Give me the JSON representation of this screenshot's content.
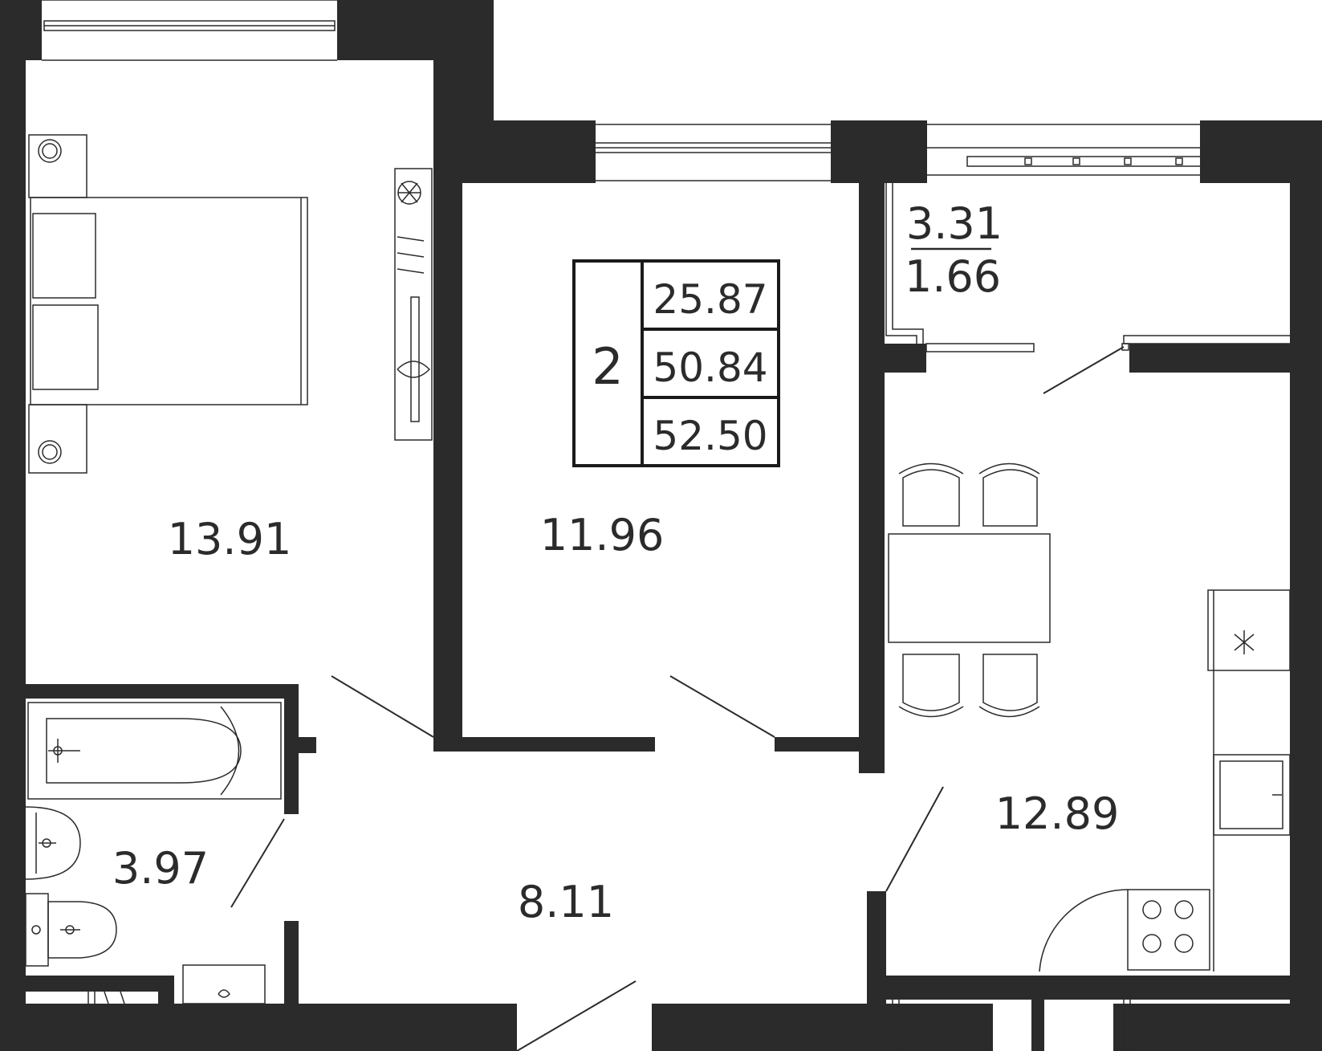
{
  "summary": {
    "rooms": "2",
    "living_area": "25.87",
    "total_area": "50.84",
    "total_area_with_balcony": "52.50"
  },
  "rooms": {
    "bedroom_large": "13.91",
    "bedroom_small": "11.96",
    "kitchen": "12.89",
    "hall": "8.11",
    "bathroom": "3.97",
    "balcony_area": "3.31",
    "balcony_reduced": "1.66"
  },
  "colors": {
    "wall": "#2b2b2b",
    "background": "#ffffff"
  }
}
